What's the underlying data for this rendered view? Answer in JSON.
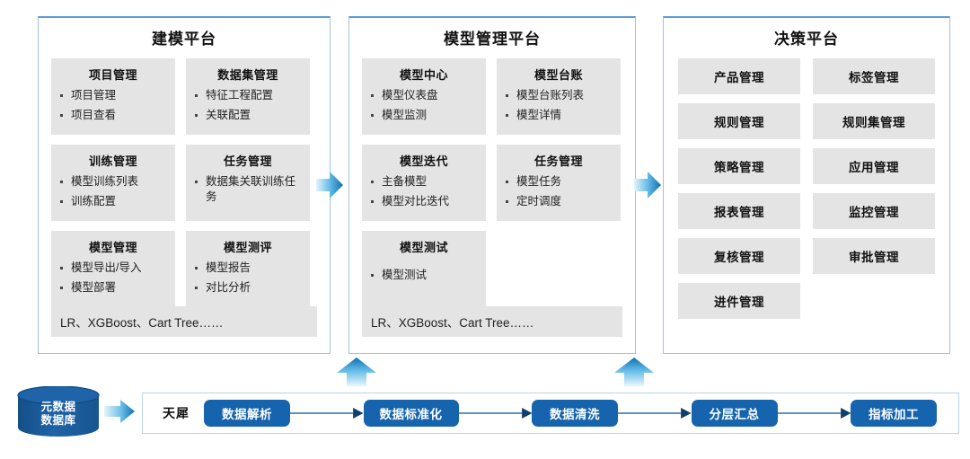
{
  "diagram": {
    "title_visible": false,
    "colors": {
      "panel_border": "#9fc3e0",
      "panel_border_top": "#5a9bd5",
      "card_bg": "#e4e4e4",
      "pill_blue": "#1664ad",
      "db_blue": "#1f5fa0",
      "arrow_light": "#d6ecf8",
      "arrow_dark": "#1273b8"
    }
  },
  "panels": [
    {
      "id": "modeling",
      "title": "建模平台",
      "cards": [
        {
          "title": "项目管理",
          "items": [
            "项目管理",
            "项目查看"
          ]
        },
        {
          "title": "数据集管理",
          "items": [
            "特征工程配置",
            "关联配置"
          ]
        },
        {
          "title": "训练管理",
          "items": [
            "模型训练列表",
            "训练配置"
          ]
        },
        {
          "title": "任务管理",
          "items": [
            "数据集关联训练任务"
          ]
        },
        {
          "title": "模型管理",
          "items": [
            "模型导出/导入",
            "模型部署"
          ]
        },
        {
          "title": "模型测评",
          "items": [
            "模型报告",
            "对比分析"
          ]
        }
      ],
      "algo_bar": "LR、XGBoost、Cart Tree……"
    },
    {
      "id": "model-management",
      "title": "模型管理平台",
      "cards": [
        {
          "title": "模型中心",
          "items": [
            "模型仪表盘",
            "模型监测"
          ]
        },
        {
          "title": "模型台账",
          "items": [
            "模型台账列表",
            "模型详情"
          ]
        },
        {
          "title": "模型迭代",
          "items": [
            "主备模型",
            "模型对比迭代"
          ]
        },
        {
          "title": "任务管理",
          "items": [
            "模型任务",
            "定时调度"
          ]
        },
        {
          "title": "模型测试",
          "items": [
            "模型测试"
          ]
        }
      ],
      "algo_bar": "LR、XGBoost、Cart Tree……"
    },
    {
      "id": "decision",
      "title": "决策平台",
      "tiles": [
        "产品管理",
        "标签管理",
        "规则管理",
        "规则集管理",
        "策略管理",
        "应用管理",
        "报表管理",
        "监控管理",
        "复核管理",
        "审批管理",
        "进件管理"
      ]
    }
  ],
  "connectors": {
    "arrow_modeling_to_model": "arrow-right-icon",
    "arrow_model_to_decision": "arrow-right-icon",
    "arrow_up_left": "arrow-up-icon",
    "arrow_up_right": "arrow-up-icon",
    "arrow_db_to_pipeline": "arrow-right-icon"
  },
  "pipeline": {
    "source": {
      "icon": "database-cylinder-icon",
      "line1": "元数据",
      "line2": "数据库"
    },
    "label": "天犀",
    "steps": [
      "数据解析",
      "数据标准化",
      "数据清洗",
      "分层汇总",
      "指标加工"
    ]
  }
}
